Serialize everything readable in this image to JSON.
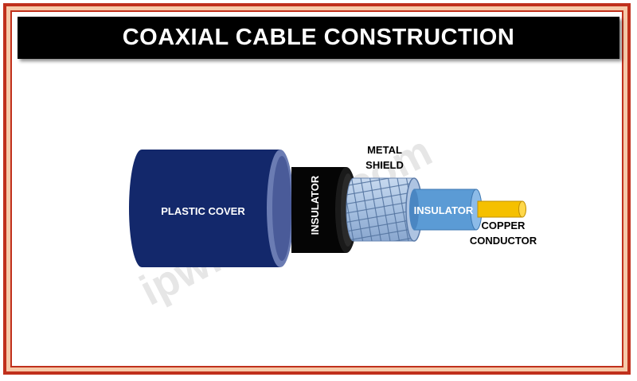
{
  "title": "COAXIAL CABLE CONSTRUCTION",
  "labels": {
    "plastic_cover": "PLASTIC COVER",
    "insulator_outer": "INSULATOR",
    "metal_shield_line1": "METAL",
    "metal_shield_line2": "SHIELD",
    "insulator_inner": "INSULATOR",
    "copper_line1": "COPPER",
    "copper_line2": "CONDUCTOR"
  },
  "watermark": "ipwithease.com",
  "colors": {
    "frame_red": "#c0301c",
    "frame_peach": "#f6c9a8",
    "title_bg": "#000000",
    "plastic_cover": "#13286b",
    "plastic_cover_rim": "#5e6fa8",
    "insulator_outer": "#050505",
    "metal_shield": "#a9c2e2",
    "insulator_inner": "#5b9bd5",
    "copper": "#f5c000"
  }
}
